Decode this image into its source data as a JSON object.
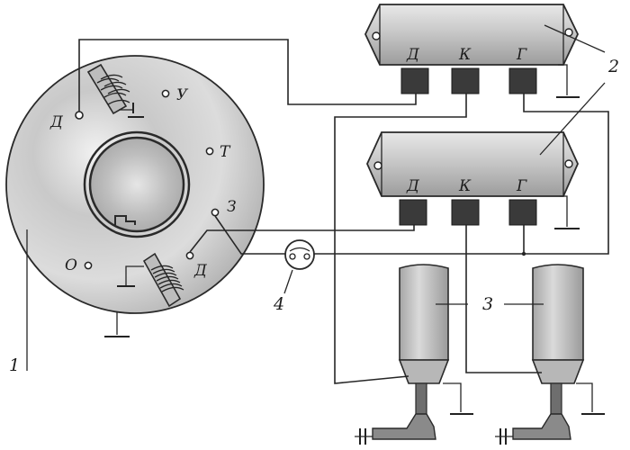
{
  "labels": {
    "plate_number": "1",
    "regulator_number": "2",
    "plug_number": "3",
    "switch_number": "4"
  },
  "plate": {
    "terminal_d_top": "Д",
    "terminal_u": "У",
    "terminal_t": "Т",
    "terminal_z": "З",
    "terminal_o": "О",
    "terminal_d_bottom": "Д"
  },
  "regulator_top": {
    "terminal_d": "Д",
    "terminal_k": "К",
    "terminal_g": "Г"
  },
  "regulator_bottom": {
    "terminal_d": "Д",
    "terminal_k": "К",
    "terminal_g": "Г"
  },
  "colors": {
    "ink": "#262626",
    "body_fill": "#c4c4c4",
    "terminal_fill": "#3a3a3a"
  }
}
